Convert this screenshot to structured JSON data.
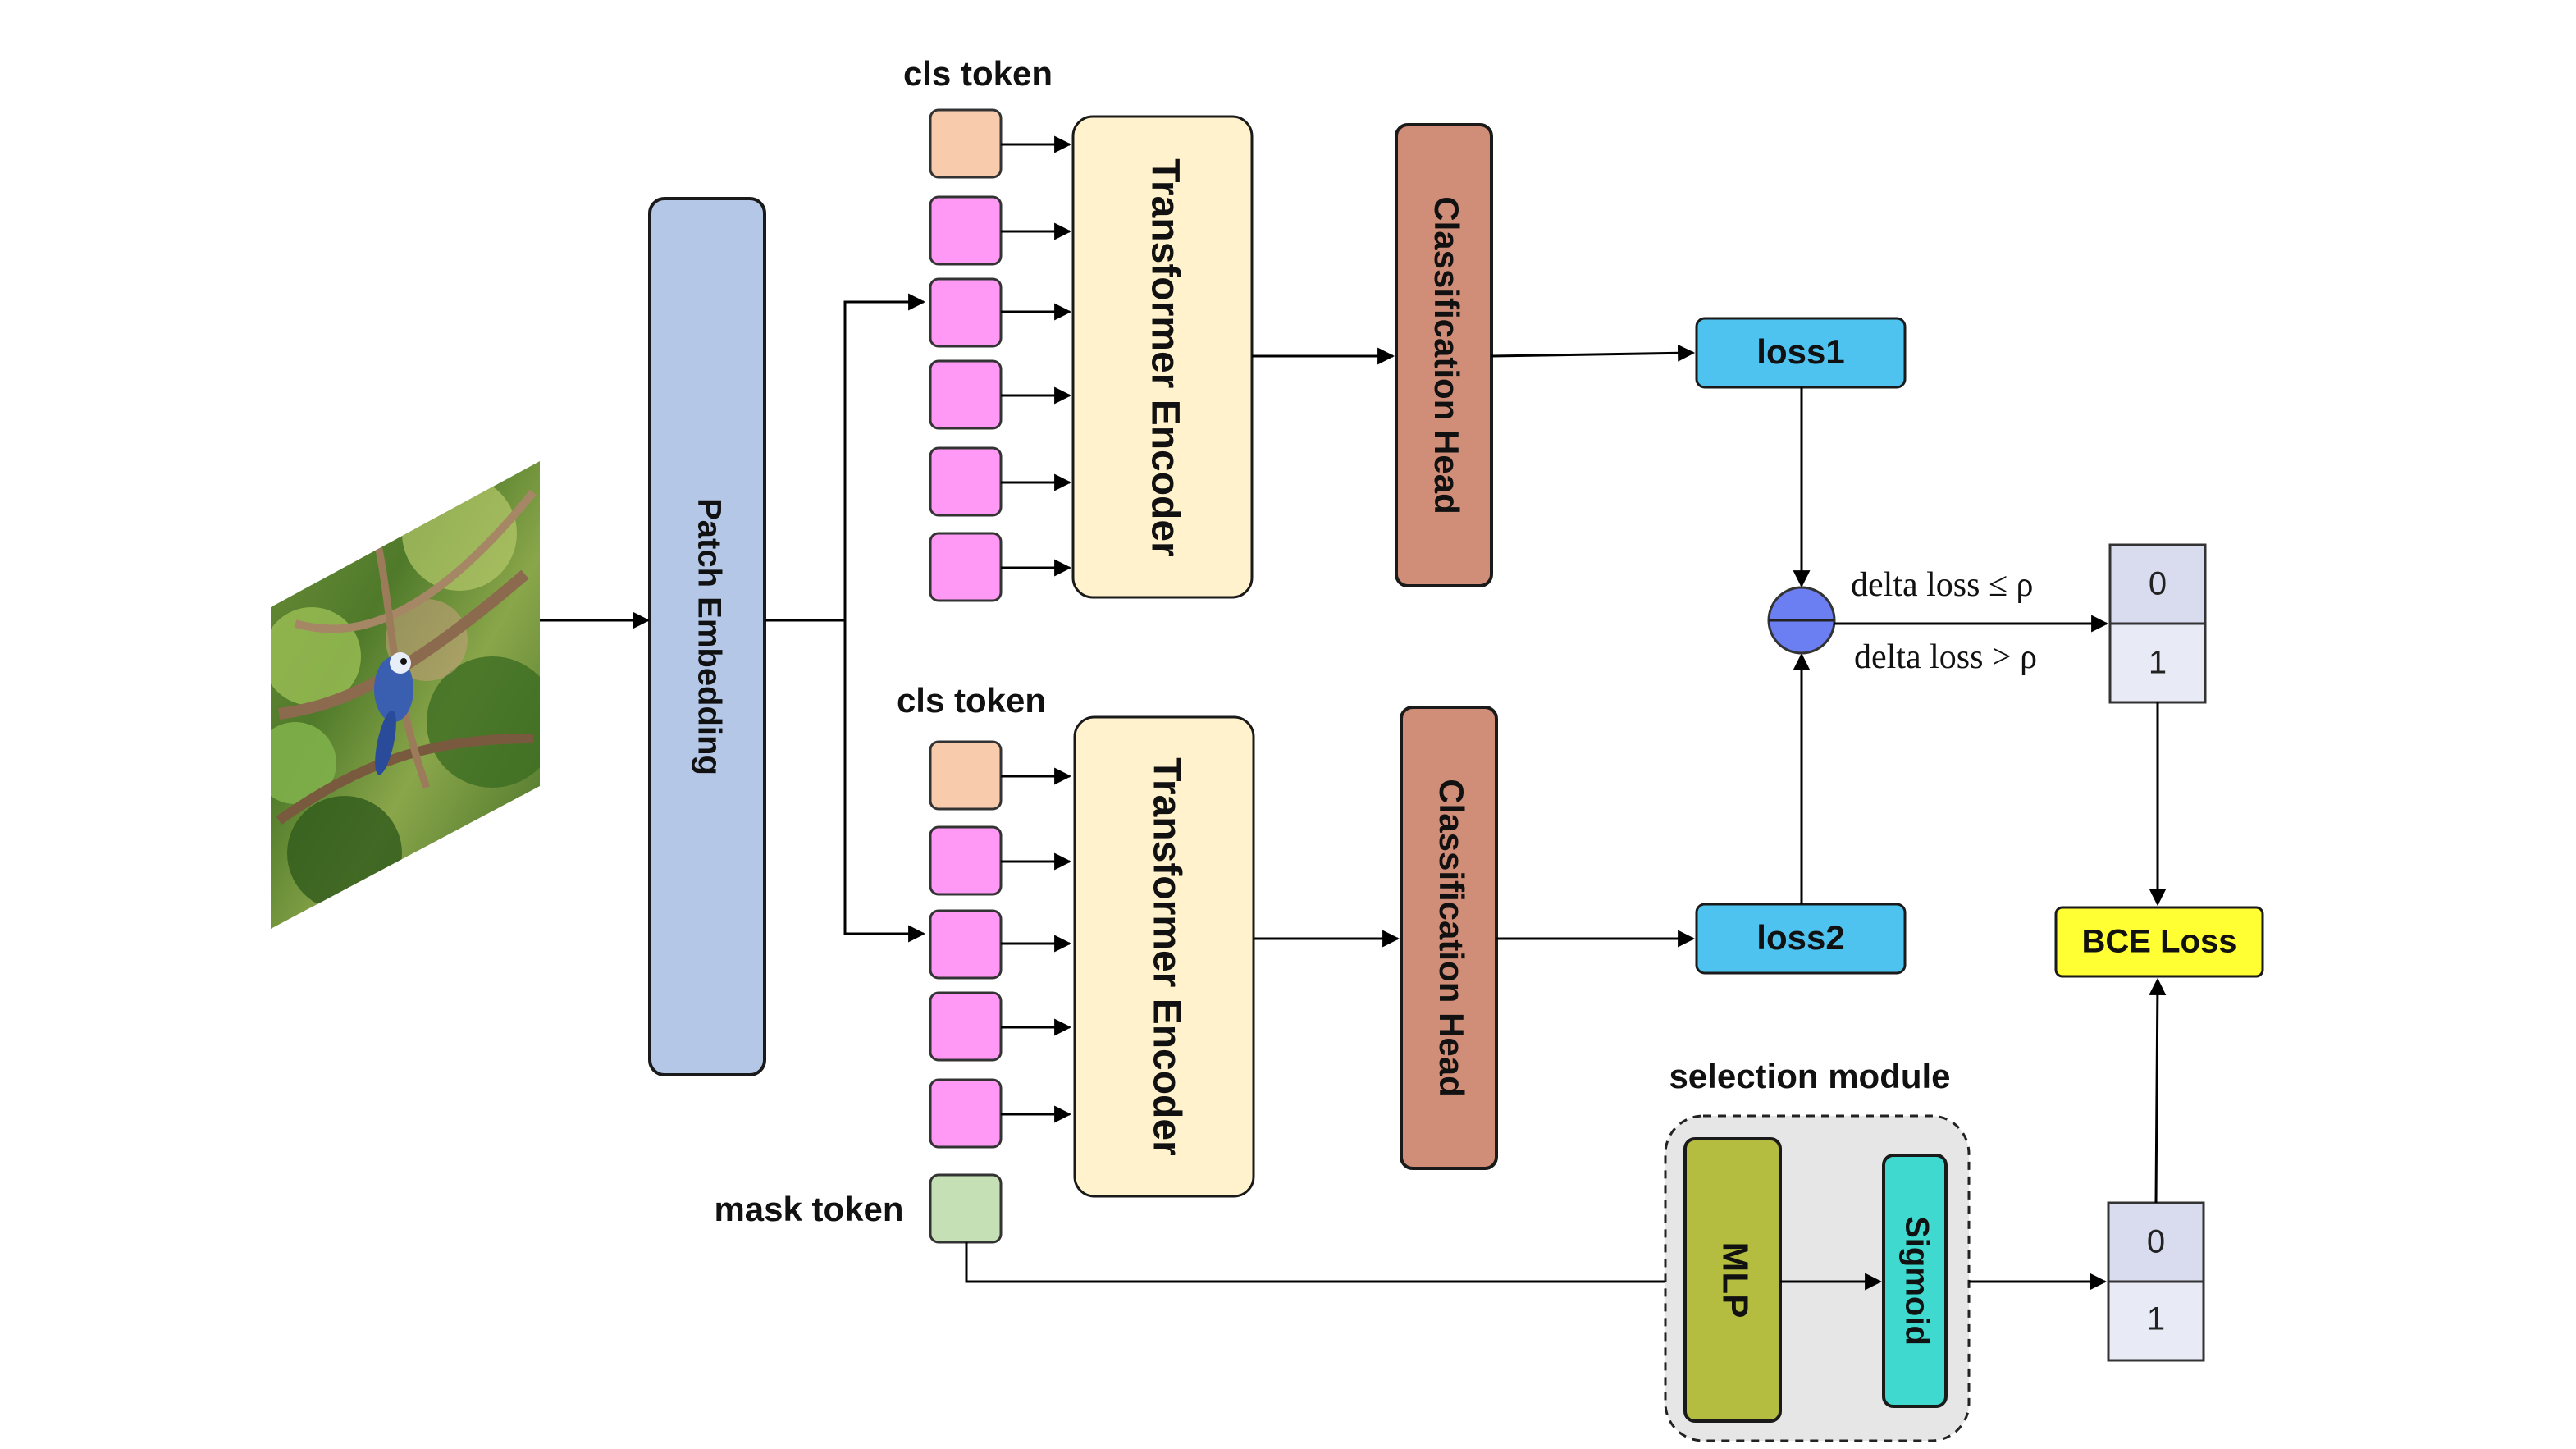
{
  "labels": {
    "cls_token_top": "cls token",
    "cls_token_bottom": "cls token",
    "mask_token": "mask token",
    "patch_embedding": "Patch Embedding",
    "transformer_encoder_top": "Transformer Encoder",
    "transformer_encoder_bottom": "Transformer Encoder",
    "classification_head_top": "Classification Head",
    "classification_head_bottom": "Classification Head",
    "loss1": "loss1",
    "loss2": "loss2",
    "bce_loss": "BCE Loss",
    "selection_module": "selection module",
    "mlp": "MLP",
    "sigmoid": "Sigmoid",
    "delta_le": "delta loss ≤  ρ",
    "delta_gt": "delta loss >  ρ",
    "out_top_0": "0",
    "out_top_1": "1",
    "out_bottom_0": "0",
    "out_bottom_1": "1"
  },
  "colors": {
    "patch_embedding": "#b4c7e7",
    "transformer": "#fff2cc",
    "classification_head": "#d08d78",
    "loss_box": "#4fc3f0",
    "bce_loss": "#ffff33",
    "cls_token": "#f8cbad",
    "patch_token": "#ff99f5",
    "mask_token": "#c5e0b4",
    "mlp": "#b5bd40",
    "sigmoid": "#40d9d0",
    "selection_bg": "#e6e6e6",
    "output_cell": "#d9dcef",
    "comparator": "#6c7ff2"
  },
  "icons": {
    "input_image": "bird-on-branch-photo-icon",
    "comparator": "subtract-circle-icon"
  }
}
